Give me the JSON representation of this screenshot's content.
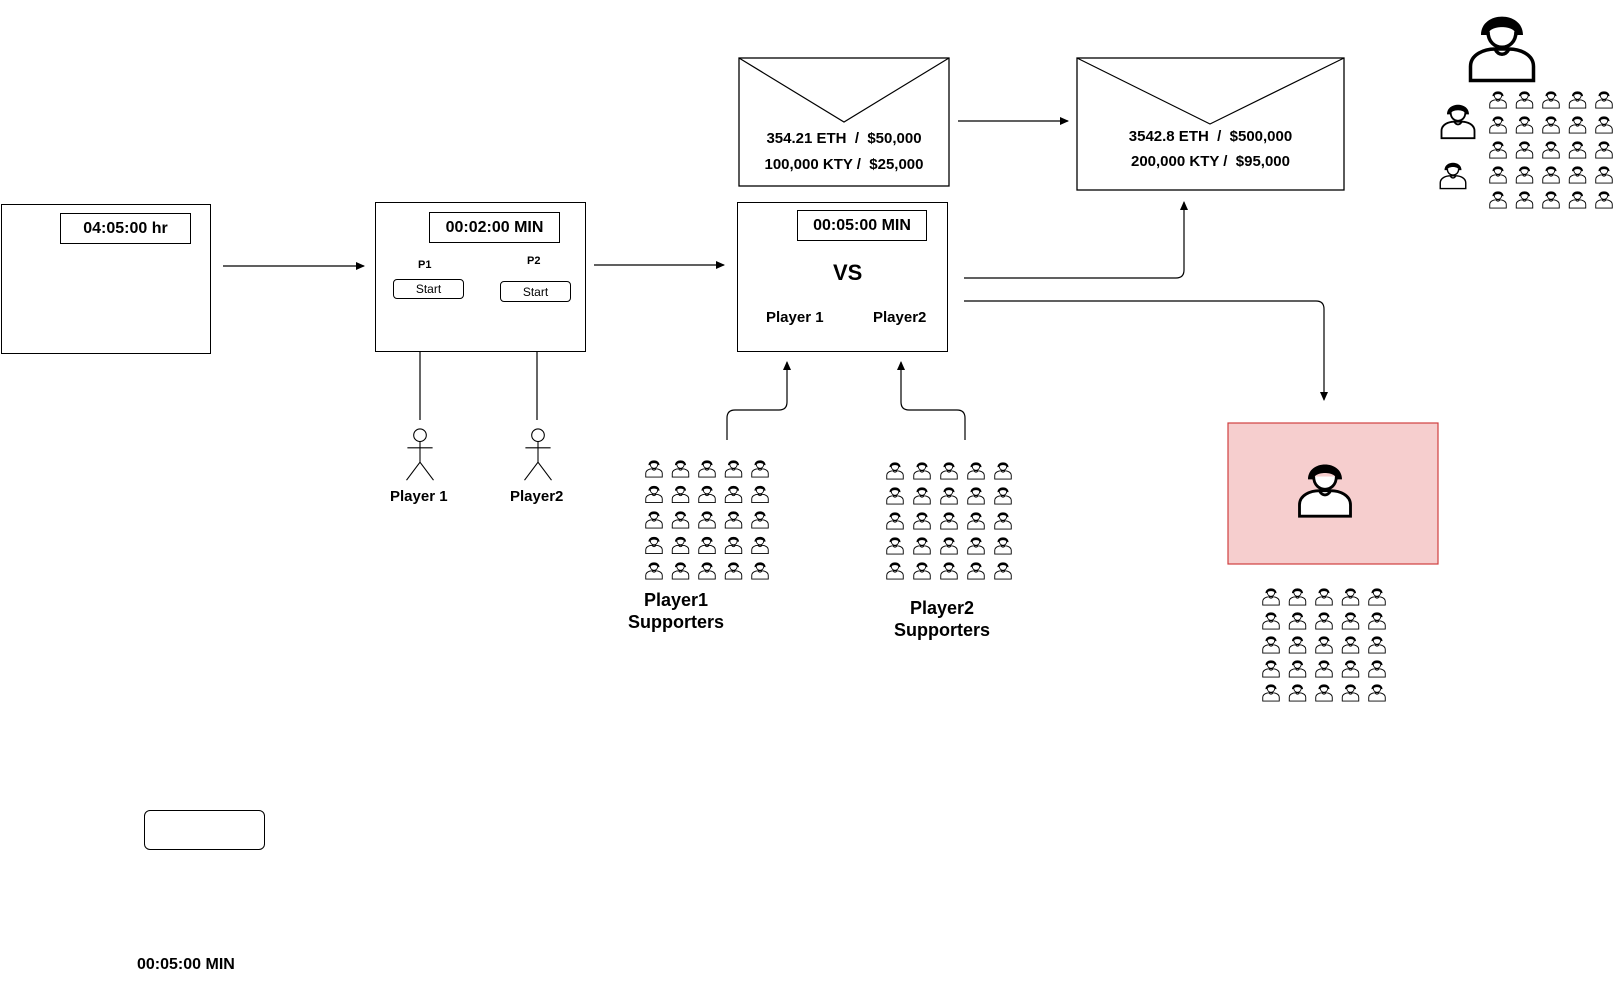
{
  "stage1": {
    "timer": "04:05:00 hr"
  },
  "stage2": {
    "timer": "00:02:00 MIN",
    "p1_label": "P1",
    "p2_label": "P2",
    "start_label": "Start",
    "player1": "Player 1",
    "player2": "Player2"
  },
  "stage3": {
    "timer": "00:05:00 MIN",
    "vs": "VS",
    "player1": "Player 1",
    "player2": "Player2"
  },
  "pot_small": {
    "line1": "354.21 ETH  /  $50,000",
    "line2": "100,000 KTY /  $25,000"
  },
  "pot_large": {
    "line1": "3542.8 ETH  /  $500,000",
    "line2": "200,000 KTY /  $95,000"
  },
  "supporters": {
    "player1": [
      "Player1",
      "Supporters"
    ],
    "player2": [
      "Player2",
      "Supporters"
    ]
  },
  "footer": {
    "timer": "00:05:00 MIN"
  }
}
